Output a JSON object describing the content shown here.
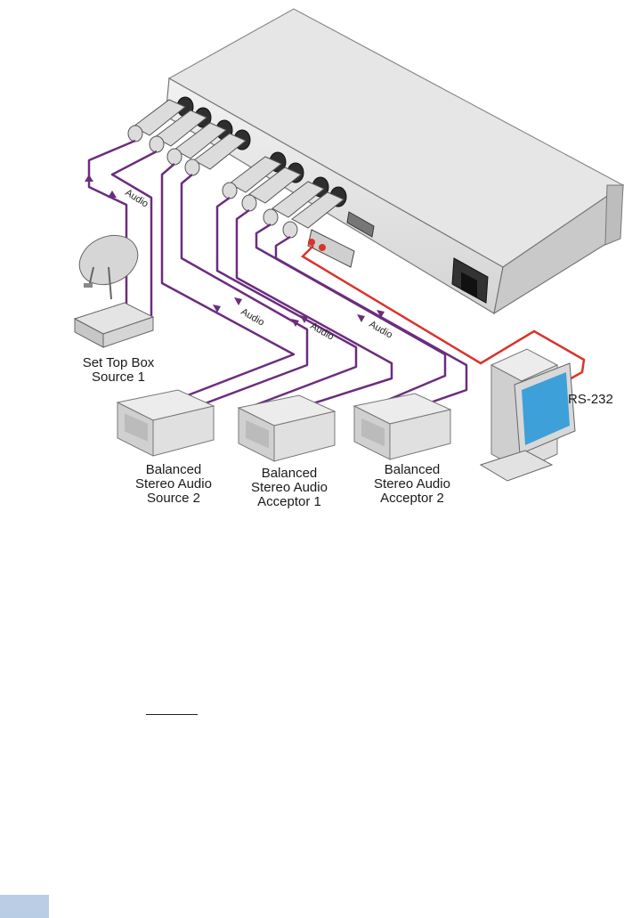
{
  "labels": {
    "set_top_box": [
      "Set Top Box",
      "Source 1"
    ],
    "source2": [
      "Balanced",
      "Stereo Audio",
      "Source 2"
    ],
    "acceptor1": [
      "Balanced",
      "Stereo Audio",
      "Acceptor 1"
    ],
    "acceptor2": [
      "Balanced",
      "Stereo Audio",
      "Acceptor 2"
    ],
    "rs232": "RS-232",
    "audio": "Audio"
  },
  "colors": {
    "audio_cable": "#6b2d7e",
    "rs232_cable": "#d9342b",
    "device_gray": "#e3e3e3",
    "page_tab": "#b9cde4"
  }
}
